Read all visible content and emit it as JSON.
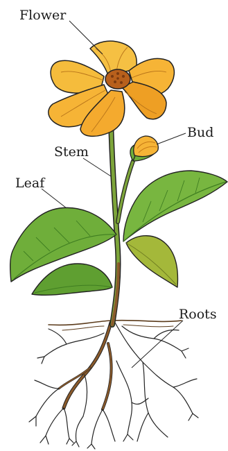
{
  "labels": {
    "flower": "Flower",
    "bud": "Bud",
    "stem": "Stem",
    "leaf": "Leaf",
    "roots": "Roots"
  },
  "colors": {
    "petal": "#f6b436",
    "petal_dark": "#e79420",
    "flower_center": "#b8601c",
    "leaf": "#6fae3a",
    "leaf_dark": "#3f7d21",
    "stem": "#7da53a",
    "root": "#8a5a2b",
    "soil_line": "#5a3a1a",
    "line": "#222222"
  }
}
